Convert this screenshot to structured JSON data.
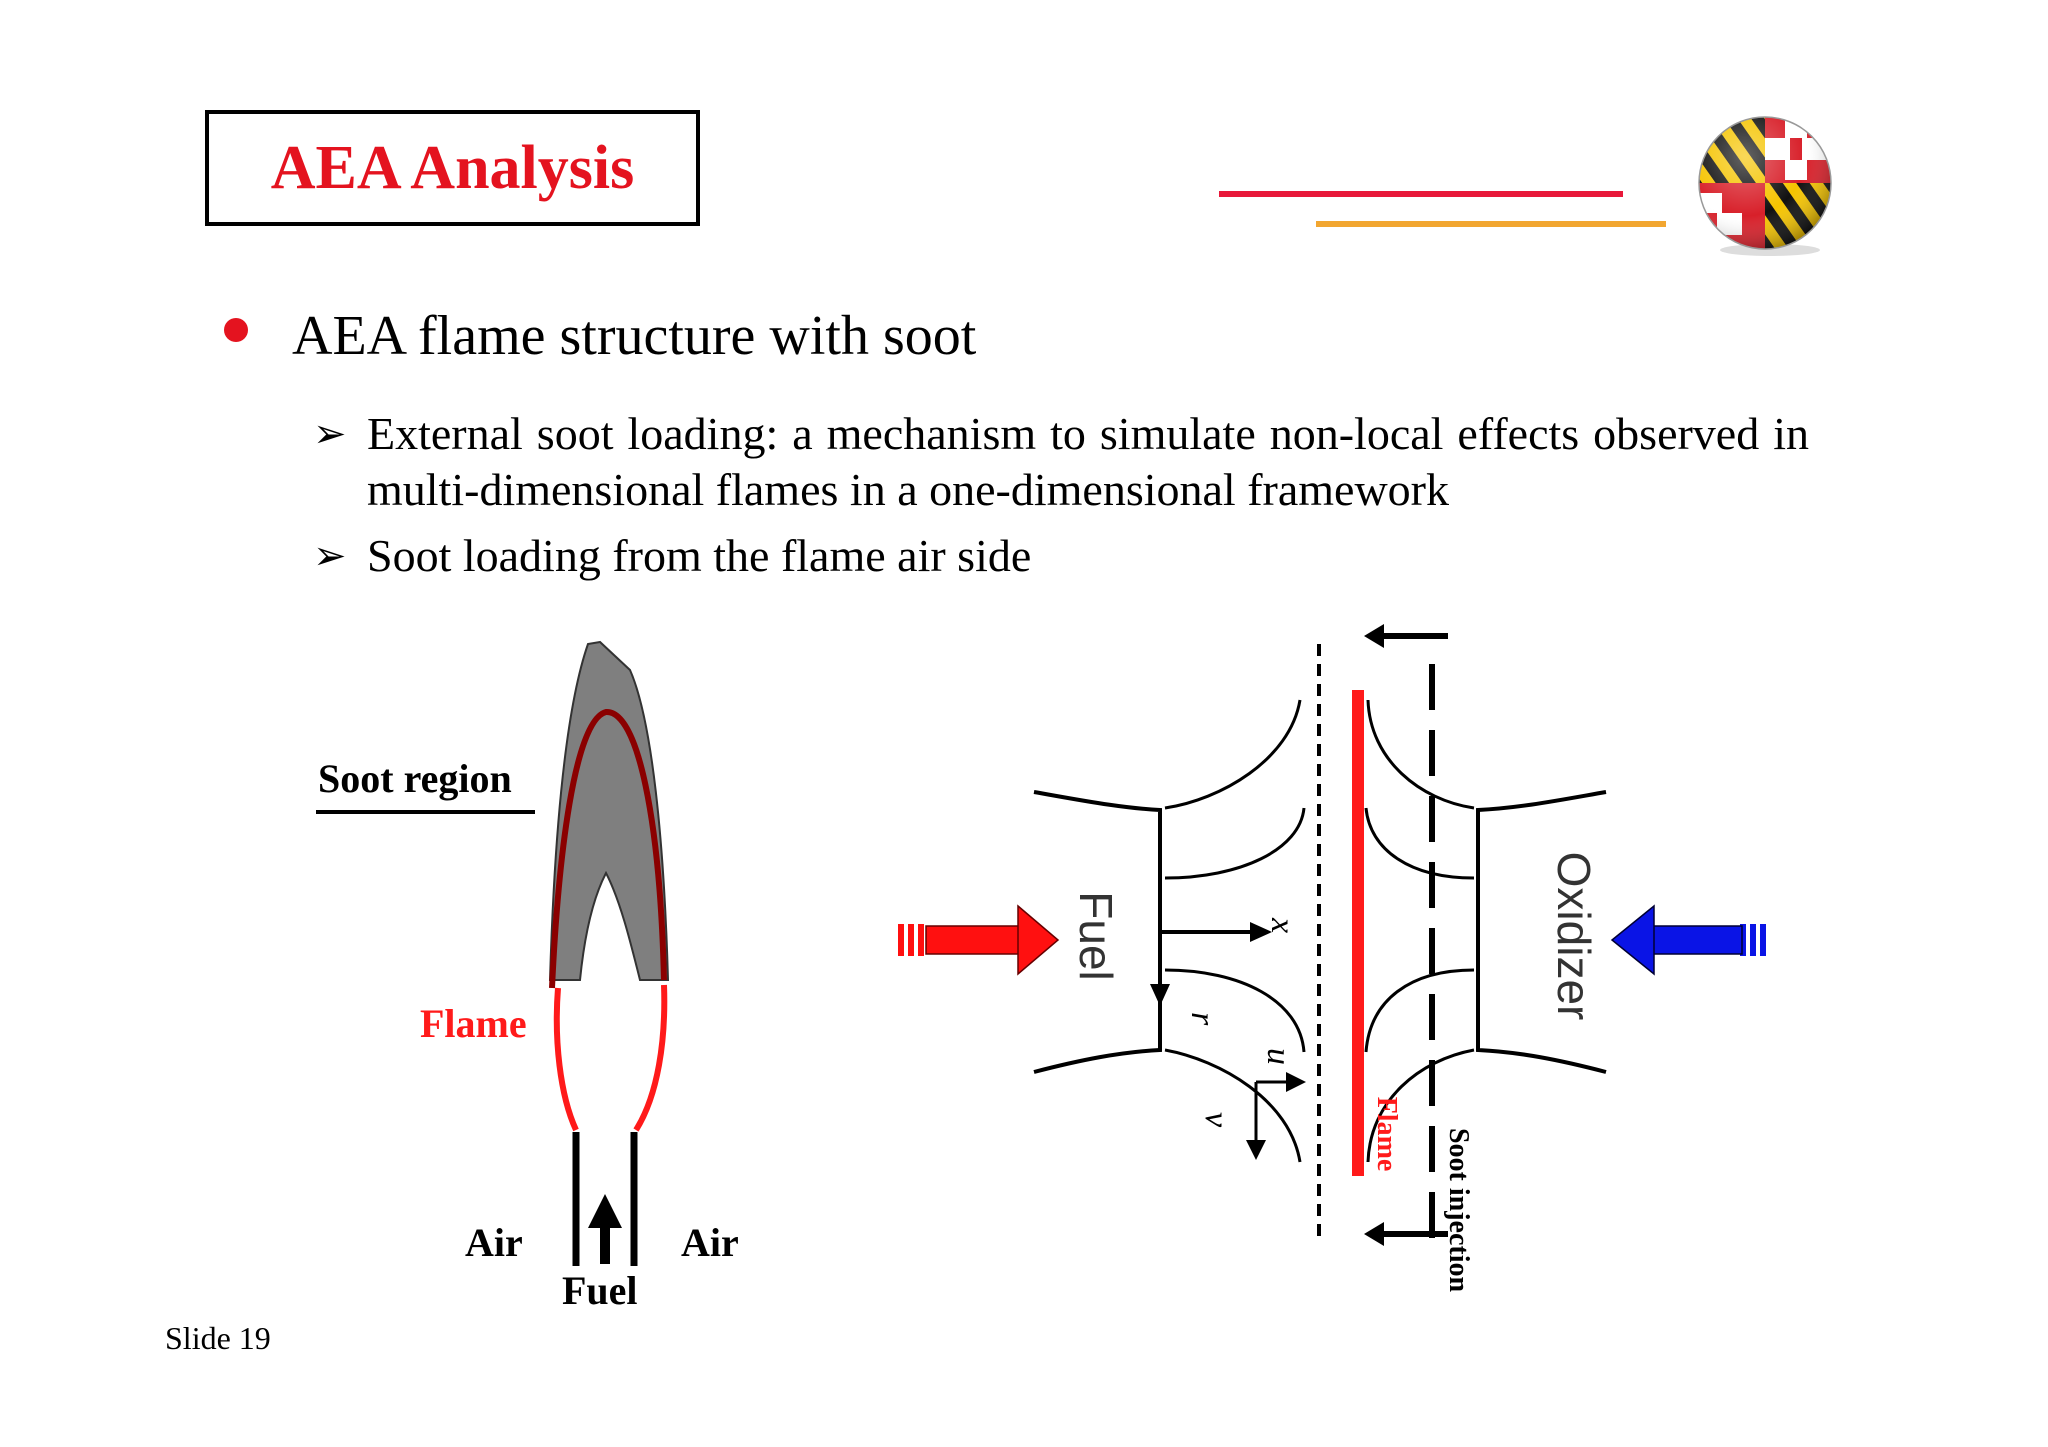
{
  "slide": {
    "title": "AEA Analysis",
    "slide_number": "Slide 19"
  },
  "bullets": {
    "main": "AEA flame structure with soot",
    "sub_items": [
      "External soot loading: a mechanism to simulate non-local effects observed in multi-dimensional flames in a one-dimensional framework",
      "Soot loading from the flame air side"
    ]
  },
  "left_figure": {
    "soot_region_label": "Soot region",
    "flame_label": "Flame",
    "air_left_label": "Air",
    "air_right_label": "Air",
    "fuel_label": "Fuel"
  },
  "right_figure": {
    "fuel_label": "Fuel",
    "oxidizer_label": "Oxidizer",
    "flame_label": "Flame",
    "soot_injection_label": "Soot injection",
    "x_label": "x",
    "r_label": "r",
    "u_label": "u",
    "v_label": "v"
  },
  "colors": {
    "title_red": "#e4131f",
    "flame_red": "#ff1a1a",
    "soot_gray": "#7a7a7a",
    "fuel_arrow": "#ff1010",
    "oxidizer_arrow": "#0a14e6",
    "rule_red": "#e8183a",
    "rule_gold": "#f2a630"
  }
}
